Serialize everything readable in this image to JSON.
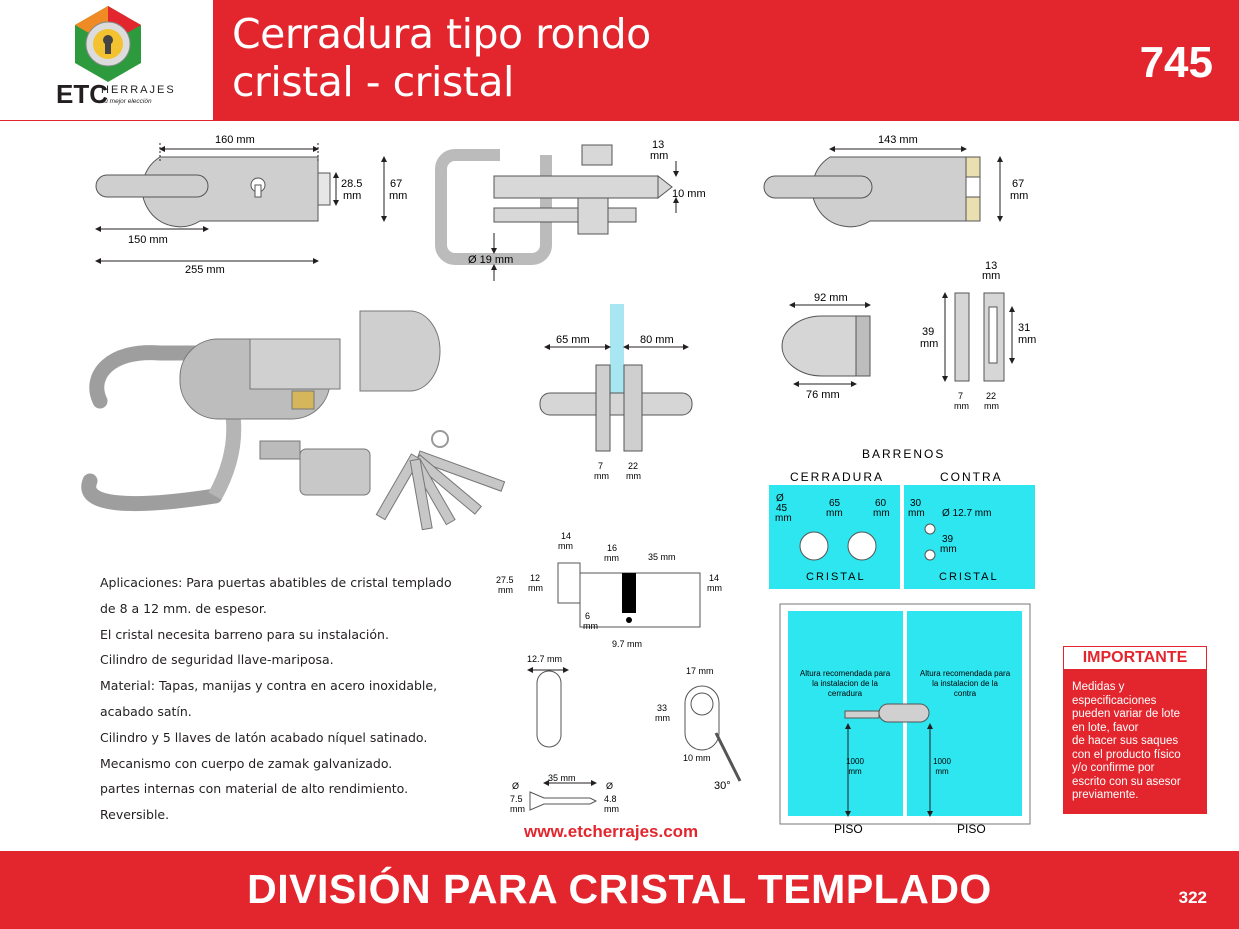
{
  "brand": {
    "name": "ETC",
    "name_suffix": "HERRAJES",
    "tagline": "su mejor elección"
  },
  "header": {
    "title_line1": "Cerradura tipo rondo",
    "title_line2": "cristal - cristal",
    "product_code": "745"
  },
  "dimensions": {
    "lock_top": {
      "width": "160 mm",
      "height_inner": "28.5",
      "height_inner_unit": "mm",
      "height": "67",
      "height_unit": "mm",
      "handle": "150 mm",
      "total": "255 mm"
    },
    "handle_front": {
      "top": "13",
      "top_unit": "mm",
      "side": "10 mm",
      "diameter": "Ø 19 mm"
    },
    "strike_top": {
      "width": "143 mm",
      "height": "67",
      "height_unit": "mm"
    },
    "glass_section": {
      "left": "65 mm",
      "right": "80 mm",
      "a": "7",
      "a_unit": "mm",
      "b": "22",
      "b_unit": "mm"
    },
    "strike_plate": {
      "top": "92 mm",
      "bottom": "76 mm"
    },
    "strike_side": {
      "top": "13",
      "top_unit": "mm",
      "left": "39",
      "left_unit": "mm",
      "right": "31",
      "right_unit": "mm",
      "a": "7",
      "a_unit": "mm",
      "b": "22",
      "b_unit": "mm"
    },
    "cylinder": {
      "d14": "14",
      "d14_unit": "mm",
      "d16": "16",
      "d16_unit": "mm",
      "d35": "35 mm",
      "d275": "27.5",
      "d275_unit": "mm",
      "d12": "12",
      "d12_unit": "mm",
      "d14b": "14",
      "d14b_unit": "mm",
      "d6": "6",
      "d6_unit": "mm",
      "d97": "9.7 mm"
    },
    "knob": {
      "top": "12.7 mm"
    },
    "cam": {
      "top": "17 mm",
      "left": "33",
      "left_unit": "mm",
      "bottom": "10 mm",
      "angle": "30°"
    },
    "screw": {
      "length": "35 mm",
      "d1": "Ø",
      "d1_val": "7.5",
      "d1_unit": "mm",
      "d2": "Ø",
      "d2_val": "4.8",
      "d2_unit": "mm"
    }
  },
  "drilling": {
    "title": "BARRENOS",
    "lock_label": "CERRADURA",
    "strike_label": "CONTRA",
    "d_symbol": "Ø",
    "d_value": "45",
    "d_unit": "mm",
    "d65": "65",
    "d65_unit": "mm",
    "d60": "60",
    "d60_unit": "mm",
    "d30": "30",
    "d30_unit": "mm",
    "hole": "Ø 12.7 mm",
    "d39": "39",
    "d39_unit": "mm",
    "glass1": "CRISTAL",
    "glass2": "CRISTAL"
  },
  "installation": {
    "left_note_1": "Altura recomendada para",
    "left_note_2": "la instalacion de la",
    "left_note_3": "cerradura",
    "right_note_1": "Altura recomendada para",
    "right_note_2": "la instalacion de la",
    "right_note_3": "contra",
    "height_left": "1000",
    "height_left_unit": "mm",
    "height_right": "1000",
    "height_right_unit": "mm",
    "floor_left": "PISO",
    "floor_right": "PISO"
  },
  "specs": [
    "Aplicaciones: Para puertas abatibles de cristal templado",
    "de 8 a 12 mm. de espesor.",
    " El cristal necesita barreno para su instalación.",
    "Cilindro de seguridad llave-mariposa.",
    "Material: Tapas, manijas y contra en acero inoxidable,",
    "acabado satín.",
    "Cilindro y 5 llaves de latón acabado níquel satinado.",
    "Mecanismo con cuerpo de zamak galvanizado.",
    "partes internas con material de alto rendimiento.",
    "Reversible."
  ],
  "website": "www.etcherrajes.com",
  "important": {
    "title": "IMPORTANTE",
    "lines": [
      "Medidas y",
      "especificaciones",
      "pueden variar de lote",
      "en lote, favor",
      "de hacer sus saques",
      "con el producto físico",
      "y/o confirme por",
      "escrito con su asesor",
      "previamente."
    ]
  },
  "footer": {
    "title": "DIVISIÓN PARA CRISTAL TEMPLADO",
    "page_number": "322"
  },
  "colors": {
    "brand_red": "#e3262e",
    "glass_cyan": "#2ee6f0",
    "steel": "#c9c9c9"
  }
}
